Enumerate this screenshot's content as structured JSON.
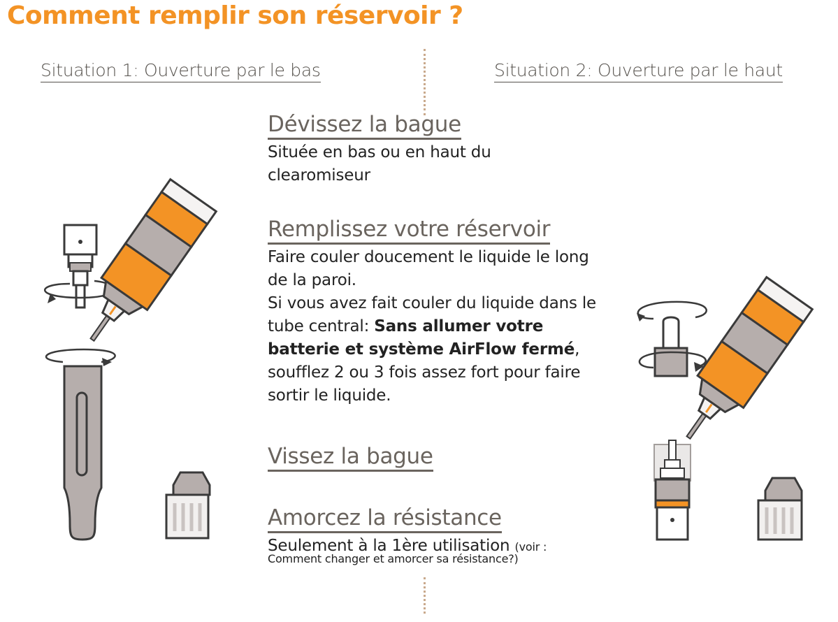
{
  "title": "Comment remplir son réservoir ?",
  "situations": {
    "left": "Situation 1: Ouverture par le bas",
    "right": "Situation 2: Ouverture par le haut"
  },
  "steps": [
    {
      "heading": "Dévissez la bague",
      "lines": [
        "Située en bas ou en haut du",
        "clearomiseur"
      ]
    },
    {
      "heading": "Remplissez votre réservoir",
      "text_a": "Faire couler doucement le liquide le long de la paroi.",
      "text_b": "Si vous avez fait couler du liquide dans le tube central: ",
      "text_bold": "Sans allumer votre batterie et système AirFlow fermé",
      "text_c": ", soufflez 2 ou 3 fois assez fort pour faire sortir le liquide."
    },
    {
      "heading": "Vissez la bague"
    },
    {
      "heading": "Amorcez la résistance",
      "text_main": "Seulement à la 1ère utilisation ",
      "text_small_a": "(voir :",
      "text_small_b": "Comment changer et amorcer sa résistance?)"
    }
  ],
  "colors": {
    "accent": "#f39325",
    "heading": "#6a645e",
    "outline": "#3a3a3a",
    "metal": "#b6aeac",
    "divider": "#c9a98c"
  },
  "icons": {
    "left_illustration": "clearomizer-bottom-fill-illustration",
    "right_illustration": "clearomizer-top-fill-illustration",
    "rotate_arrow": "rotate-arrow-icon",
    "bottle": "eliquid-bottle-icon"
  }
}
